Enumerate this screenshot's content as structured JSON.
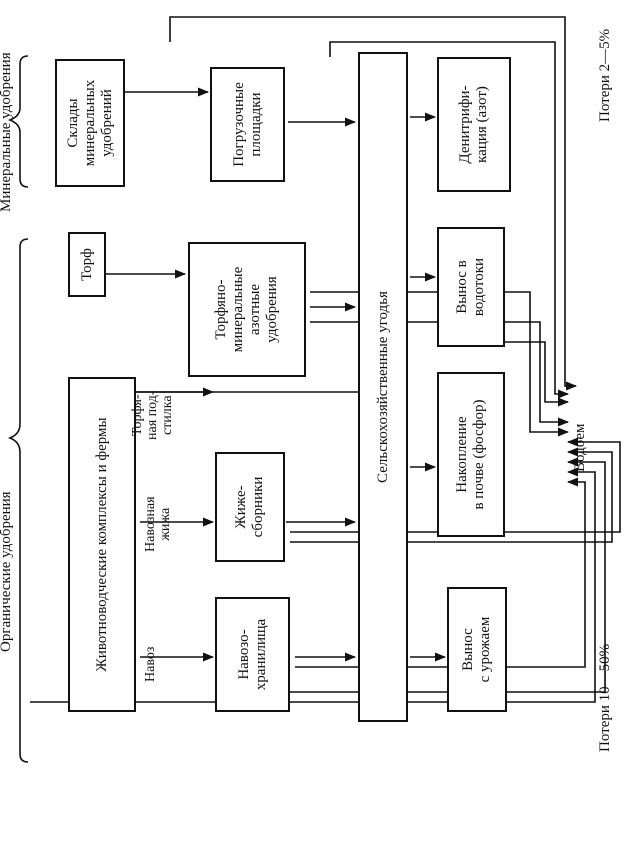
{
  "groups": {
    "organic": "Органические удобрения",
    "mineral": "Минеральные удобрения"
  },
  "boxes": {
    "livestock": "Животноводческие комплексы и фермы",
    "peat": "Торф",
    "mineral_warehouses": "Склады минеральных удобрений",
    "manure_storage": "Навозо-\nхранилища",
    "slurry_collectors": "Жиже-\nсборники",
    "peat_mineral_fertilizers": "Торфяно-\nминеральные\nазотные\nудобрения",
    "loading_sites": "Погрузочные\nплощадки",
    "farmland": "Сельскохозяйственные угодья",
    "removal_with_harvest": "Вынос\nс урожаем",
    "soil_accumulation": "Накопление\nв почве (фосфор)",
    "removal_to_streams": "Вынос в\nводотоки",
    "denitrification": "Денитрифи-\nкация (азот)"
  },
  "labels": {
    "manure": "Навоз",
    "manure_slurry": "Навозная\nжижа",
    "peat_bedding": "Торфя-\nная под-\nстилка",
    "water_body": "Водоем",
    "losses_organic": "Потери 10—50%",
    "losses_mineral": "Потери 2—5%"
  }
}
